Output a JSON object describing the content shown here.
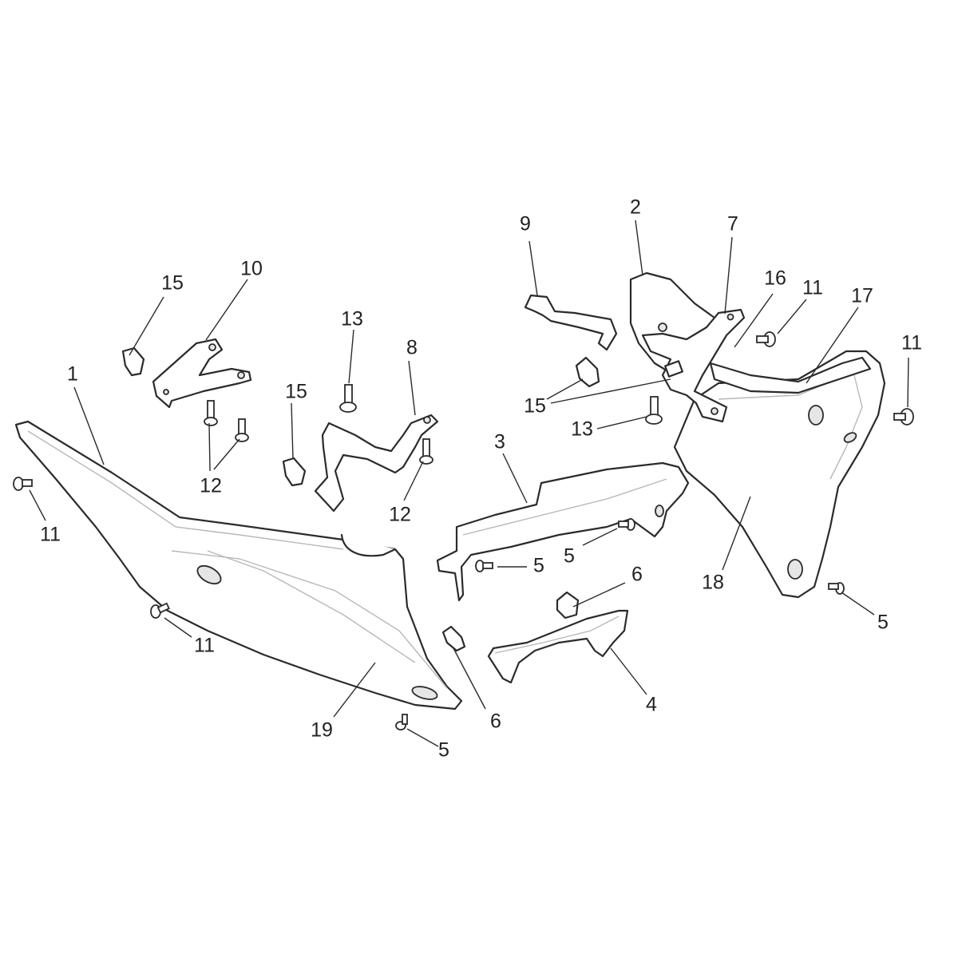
{
  "callouts": [
    {
      "id": "c1",
      "label": "1"
    },
    {
      "id": "c2",
      "label": "2"
    },
    {
      "id": "c3",
      "label": "3"
    },
    {
      "id": "c4",
      "label": "4"
    },
    {
      "id": "c5a",
      "label": "5"
    },
    {
      "id": "c5b",
      "label": "5"
    },
    {
      "id": "c5c",
      "label": "5"
    },
    {
      "id": "c5d",
      "label": "5"
    },
    {
      "id": "c6a",
      "label": "6"
    },
    {
      "id": "c6b",
      "label": "6"
    },
    {
      "id": "c7",
      "label": "7"
    },
    {
      "id": "c8",
      "label": "8"
    },
    {
      "id": "c9",
      "label": "9"
    },
    {
      "id": "c10",
      "label": "10"
    },
    {
      "id": "c11a",
      "label": "11"
    },
    {
      "id": "c11b",
      "label": "11"
    },
    {
      "id": "c11c",
      "label": "11"
    },
    {
      "id": "c11d",
      "label": "11"
    },
    {
      "id": "c12a",
      "label": "12"
    },
    {
      "id": "c12b",
      "label": "12"
    },
    {
      "id": "c13a",
      "label": "13"
    },
    {
      "id": "c13b",
      "label": "13"
    },
    {
      "id": "c15a",
      "label": "15"
    },
    {
      "id": "c15b",
      "label": "15"
    },
    {
      "id": "c15c",
      "label": "15"
    },
    {
      "id": "c16",
      "label": "16"
    },
    {
      "id": "c17",
      "label": "17"
    },
    {
      "id": "c18",
      "label": "18"
    },
    {
      "id": "c19",
      "label": "19"
    }
  ]
}
